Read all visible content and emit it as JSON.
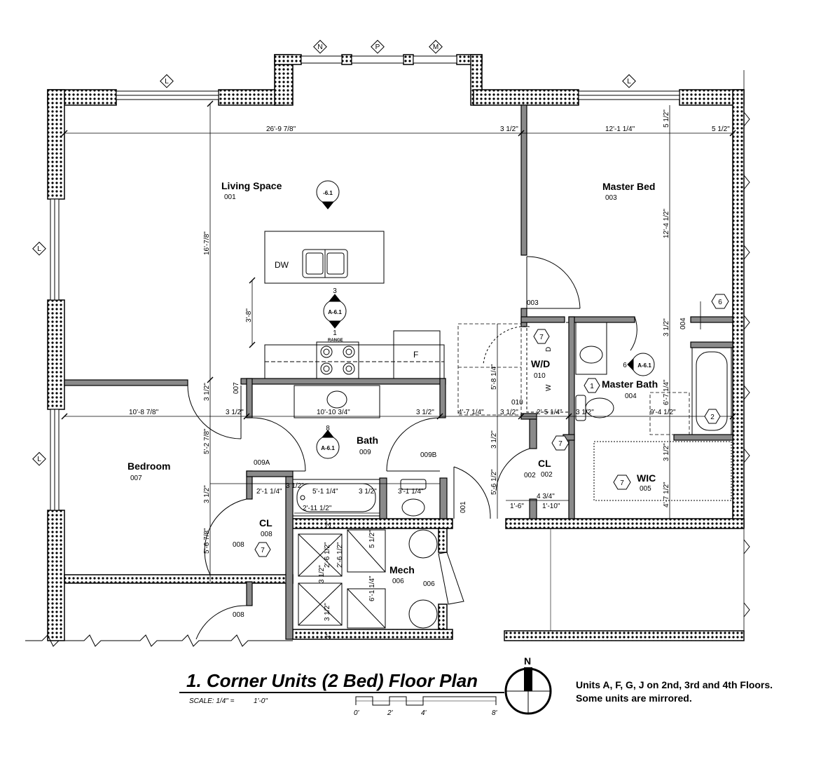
{
  "rooms": {
    "living": {
      "name": "Living Space",
      "num": "001"
    },
    "master_bed": {
      "name": "Master Bed",
      "num": "003"
    },
    "bedroom": {
      "name": "Bedroom",
      "num": "007"
    },
    "bath": {
      "name": "Bath",
      "num": "009"
    },
    "master_bath": {
      "name": "Master Bath",
      "num": "004"
    },
    "wd": {
      "name": "W/D",
      "num": "010"
    },
    "cl_002": {
      "name": "CL",
      "num": "002"
    },
    "cl_008": {
      "name": "CL",
      "num": "008"
    },
    "wic": {
      "name": "WIC",
      "num": "005"
    },
    "mech": {
      "name": "Mech",
      "num": "006"
    }
  },
  "fixtures": {
    "dw": "DW",
    "fridge": "F",
    "range": "RANGE",
    "w": "W",
    "d": "D"
  },
  "door_tags": [
    "003",
    "009A",
    "009B",
    "007",
    "008",
    "008",
    "001",
    "004",
    "010",
    "002",
    "006"
  ],
  "window_tags": [
    "N",
    "P",
    "M",
    "L",
    "L",
    "L",
    "L"
  ],
  "callouts": [
    {
      "top": "",
      "bottom": "-6.1"
    },
    {
      "top": "3",
      "bottom": "A-6.1",
      "sub": "1"
    },
    {
      "top": "8",
      "bottom": "A-6.1"
    },
    {
      "top": "6",
      "bottom": "A-6.1"
    }
  ],
  "keynotes": [
    "7",
    "7",
    "7",
    "7",
    "1",
    "2",
    "6"
  ],
  "dimensions": {
    "d1": "26'-9 7/8\"",
    "d2": "3 1/2\"",
    "d3": "12'-1 1/4\"",
    "d4": "5 1/2\"",
    "d5": "5 1/2\"",
    "d6": "12'-4 1/2\"",
    "d7": "16'-7/8\"",
    "d8": "3'-8\"",
    "d9": "10'-8 7/8\"",
    "d10": "3 1/2\"",
    "d11": "10'-10 3/4\"",
    "d12": "3 1/2\"",
    "d13": "4'-7 1/4\"",
    "d14": "3 1/2\"",
    "d15": "2'-5 1/4\"",
    "d16": "3 1/2\"",
    "d17": "9'-4 1/2\"",
    "d18": "3 1/2\"",
    "d19": "5'-2 7/8\"",
    "d20": "3 1/2\"",
    "d21": "5'-6 7/8\"",
    "d22": "2'-1 1/4\"",
    "d23": "3 1/2\"",
    "d24": "5'-1 1/4\"",
    "d25": "3 1/2\"",
    "d26": "3'-1 1/4\"",
    "d27": "2'-11 1/2\"",
    "d28": "5'-8 1/4\"",
    "d29": "3 1/2\"",
    "d30": "5'-6 1/2\"",
    "d31": "1'-6\"",
    "d32": "4 3/4\"",
    "d33": "1'-10\"",
    "d34": "3 1/2\"",
    "d35": "4'-7 1/2\"",
    "d36": "3 1/2\"",
    "d37": "6'-7 1/4\"",
    "d38": "3 1/2\"",
    "d39": "5 1/2\"",
    "d40": "2'-6 1/2\"",
    "d41": "2'-6 1/2\"",
    "d42": "3 1/2\"",
    "d43": "3 1/2\"",
    "d44": "6'-1 1/4\"",
    "d45": "5 1/2\"",
    "d46": "3\"",
    "d47": "3\""
  },
  "title": {
    "text": "1.  Corner Units (2 Bed) Floor Plan",
    "scale_label": "SCALE: 1/4\" =",
    "scale_value": "1'-0\"",
    "bar_labels": [
      "0'",
      "2'",
      "4'",
      "8'"
    ],
    "north": "N"
  },
  "notes": {
    "line1": "Units A, F, G, J on 2nd, 3rd and 4th Floors.",
    "line2": "Some units are mirrored."
  }
}
